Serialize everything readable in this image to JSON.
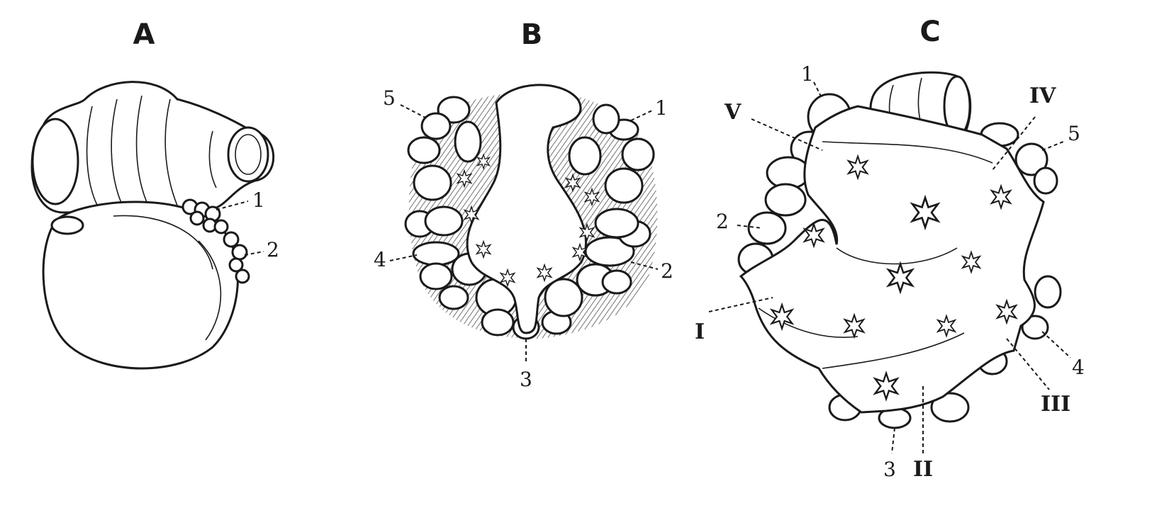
{
  "panels": [
    {
      "id": "A",
      "label": "A",
      "leaders": [
        "1",
        "2"
      ]
    },
    {
      "id": "B",
      "label": "B",
      "leaders": [
        "5",
        "1",
        "4",
        "2",
        "3"
      ]
    },
    {
      "id": "C",
      "label": "C",
      "leaders": [
        "1",
        "V",
        "IV",
        "5",
        "2",
        "I",
        "4",
        "III",
        "3",
        "II"
      ]
    }
  ],
  "colors": {
    "ink": "#1a1a1a",
    "paper": "#ffffff"
  }
}
